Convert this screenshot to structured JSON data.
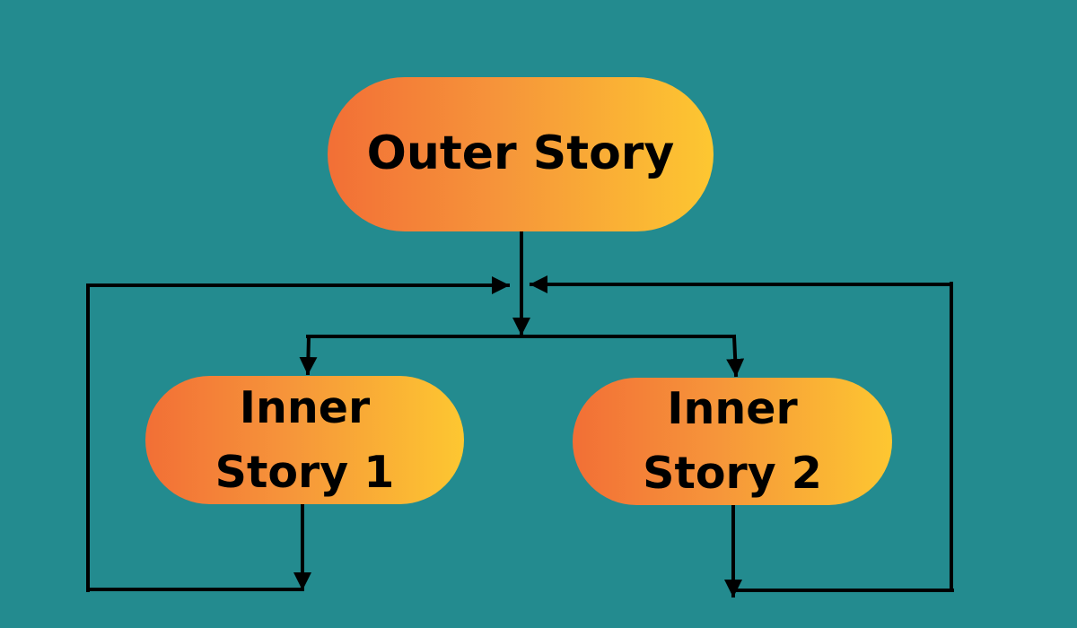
{
  "diagram": {
    "nodes": {
      "outer": {
        "label": "Outer Story"
      },
      "inner1": {
        "line1": "Inner",
        "line2": "Story 1"
      },
      "inner2": {
        "line1": "Inner",
        "line2": "Story 2"
      }
    },
    "edges": [
      {
        "from": "Outer Story",
        "to": "Inner Story 1"
      },
      {
        "from": "Outer Story",
        "to": "Inner Story 2"
      },
      {
        "from": "Inner Story 1",
        "to": "Outer Story"
      },
      {
        "from": "Inner Story 2",
        "to": "Outer Story"
      }
    ]
  },
  "colors": {
    "background": "#238b8f",
    "node_gradient_start": "#f26f36",
    "node_gradient_end": "#fdc731",
    "connector": "#000000",
    "text": "#000000"
  }
}
